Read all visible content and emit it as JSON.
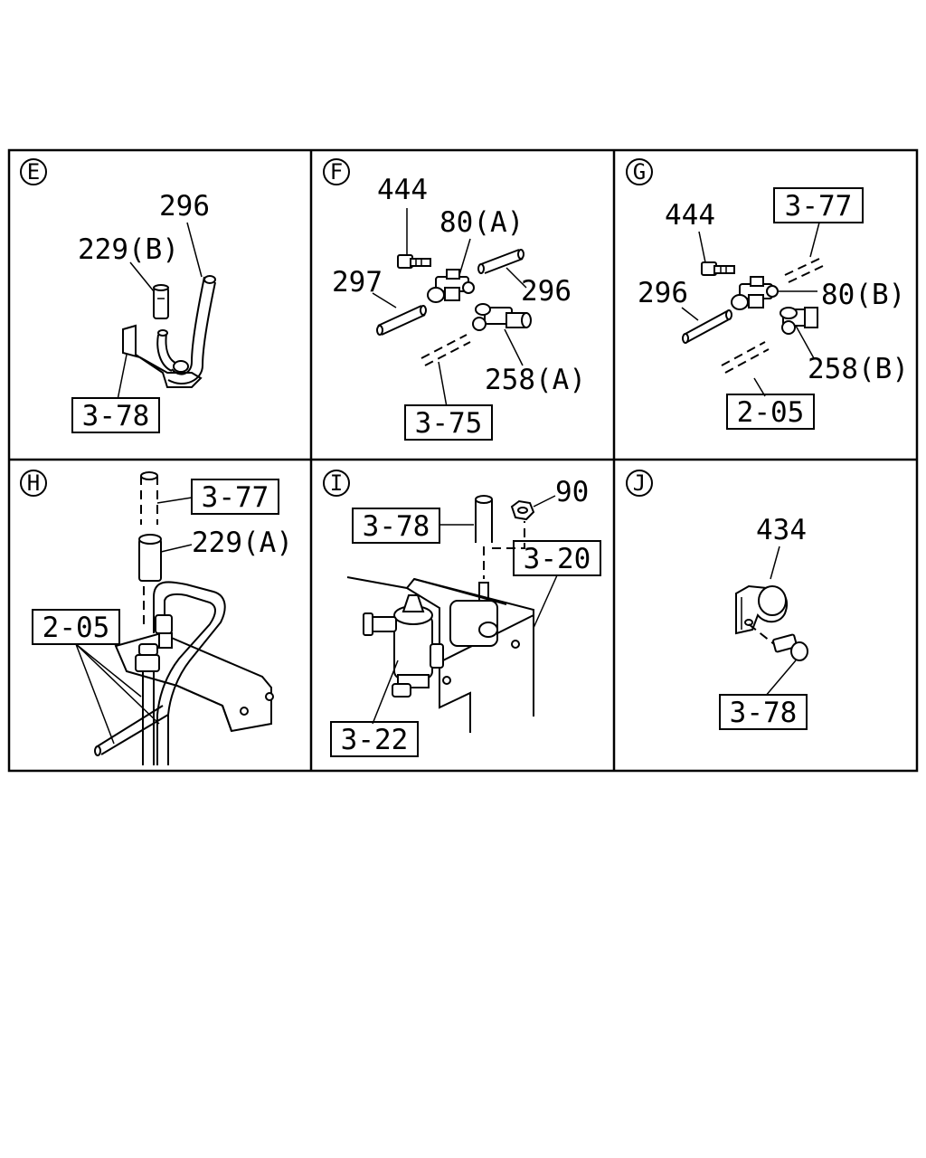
{
  "panels": {
    "E": {
      "tag": "E",
      "labels": {
        "hose": "296",
        "spacer": "229(B)"
      },
      "refs": {
        "bracket": "3-78"
      }
    },
    "F": {
      "tag": "F",
      "labels": {
        "bolt": "444",
        "tee": "80(A)",
        "pipe_right": "296",
        "pipe_left": "297",
        "connector": "258(A)"
      },
      "refs": {
        "pipe": "3-75"
      }
    },
    "G": {
      "tag": "G",
      "labels": {
        "bolt": "444",
        "tee": "80(B)",
        "pipe_left": "296",
        "connector": "258(B)"
      },
      "refs": {
        "pipe_top": "3-77",
        "pipe_bottom": "2-05"
      }
    },
    "H": {
      "tag": "H",
      "labels": {
        "spacer": "229(A)"
      },
      "refs": {
        "pipe_top": "3-77",
        "pipes": "2-05"
      }
    },
    "I": {
      "tag": "I",
      "labels": {
        "nut": "90"
      },
      "refs": {
        "hose": "3-78",
        "bracket": "3-20",
        "valve": "3-22"
      }
    },
    "J": {
      "tag": "J",
      "labels": {
        "clip": "434"
      },
      "refs": {
        "bolt": "3-78"
      }
    }
  }
}
